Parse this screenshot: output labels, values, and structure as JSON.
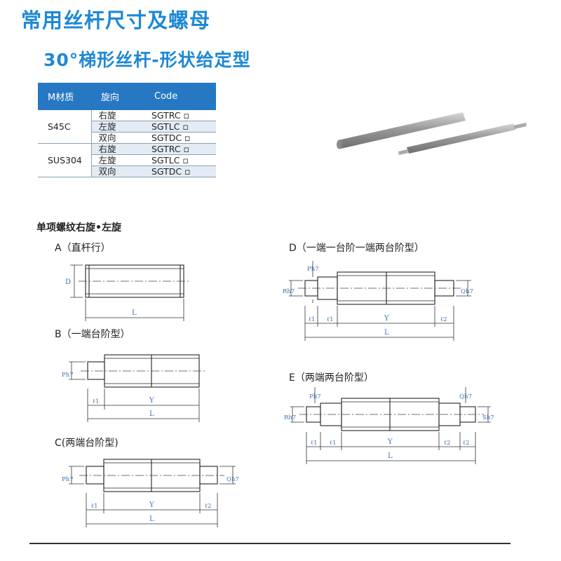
{
  "header": {
    "title": "常用丝杆尺寸及螺母",
    "subtitle": "30°梯形丝杆-形状给定型"
  },
  "material_table": {
    "headers": [
      "M材质",
      "旋向",
      "Code"
    ],
    "groups": [
      {
        "material": "S45C",
        "rows": [
          {
            "direction": "右旋",
            "code": "SGTRC ▫"
          },
          {
            "direction": "左旋",
            "code": "SGTLC ▫"
          },
          {
            "direction": "双向",
            "code": "SGTDC ▫"
          }
        ]
      },
      {
        "material": "SUS304",
        "rows": [
          {
            "direction": "右旋",
            "code": "SGTRC ▫"
          },
          {
            "direction": "左旋",
            "code": "SGTLC ▫"
          },
          {
            "direction": "双向",
            "code": "SGTDC ▫"
          }
        ]
      }
    ]
  },
  "section": {
    "label": "单项螺纹右旋•左旋"
  },
  "diagrams": {
    "a": {
      "label": "A（直杆行）"
    },
    "b": {
      "label": "B（一端台阶型）"
    },
    "c": {
      "label": "C(两端台阶型)"
    },
    "d": {
      "label": "D（一端一台阶一端两台阶型）"
    },
    "e": {
      "label": "E（两端两台阶型）"
    }
  },
  "dimension_labels": {
    "D": "D",
    "L": "L",
    "Y": "Y",
    "P": "Ph7",
    "Q": "Qh7",
    "R": "Rh7",
    "S": "Sh7",
    "l1": "ℓ1",
    "l2": "ℓ2"
  }
}
